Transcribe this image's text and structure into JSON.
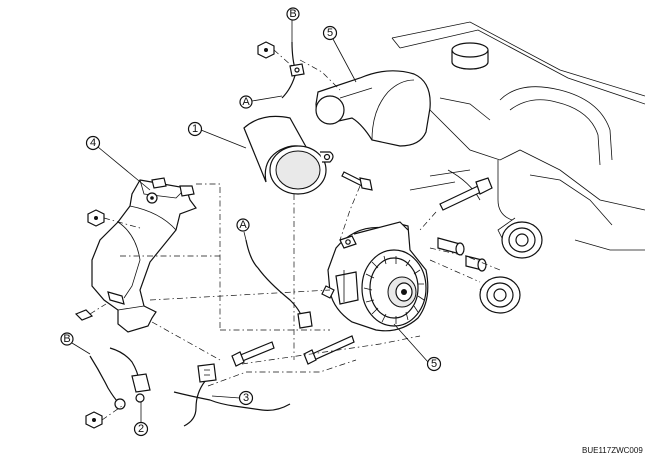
{
  "callouts": {
    "part1": "1",
    "part2": "2",
    "part3": "3",
    "part4": "4",
    "part5_top": "5",
    "part5_bottom": "5",
    "refA_top": "A",
    "refA_mid": "A",
    "refB_top": "B",
    "refB_left": "B"
  },
  "figure_code": "BUE117ZWC009",
  "colors": {
    "line": "#111111",
    "fill": "#ffffff",
    "shade": "#e9e9e9"
  }
}
